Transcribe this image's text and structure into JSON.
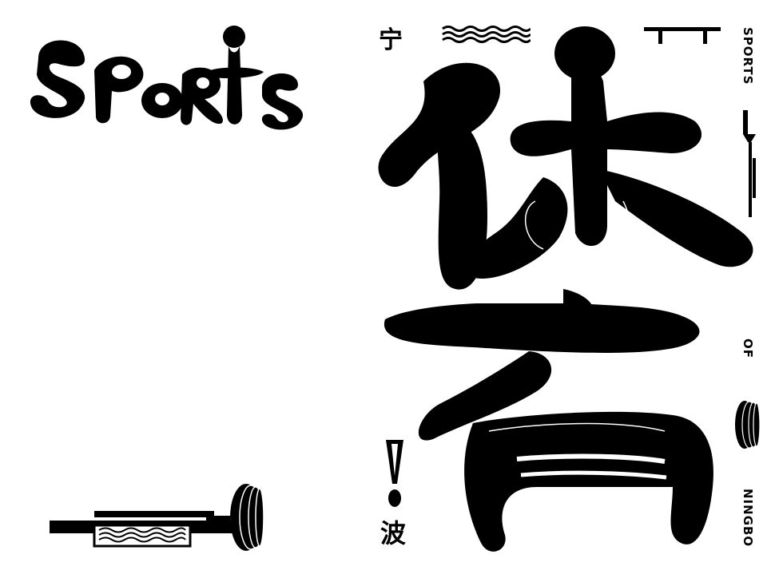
{
  "poster": {
    "background": "#ffffff",
    "ink": "#000000",
    "logo_text": "SPORTS",
    "main_glyph_top": "体",
    "main_glyph_bottom": "育",
    "side_char_top": "宁",
    "side_char_bottom": "波",
    "vertical_labels": [
      "SPORTS",
      "OF",
      "NINGBO"
    ],
    "icons": [
      "wave-lines-icon",
      "hurdle-icon",
      "javelin-icon",
      "weight-plate-icon",
      "exclamation-icon",
      "barbell-icon"
    ]
  }
}
